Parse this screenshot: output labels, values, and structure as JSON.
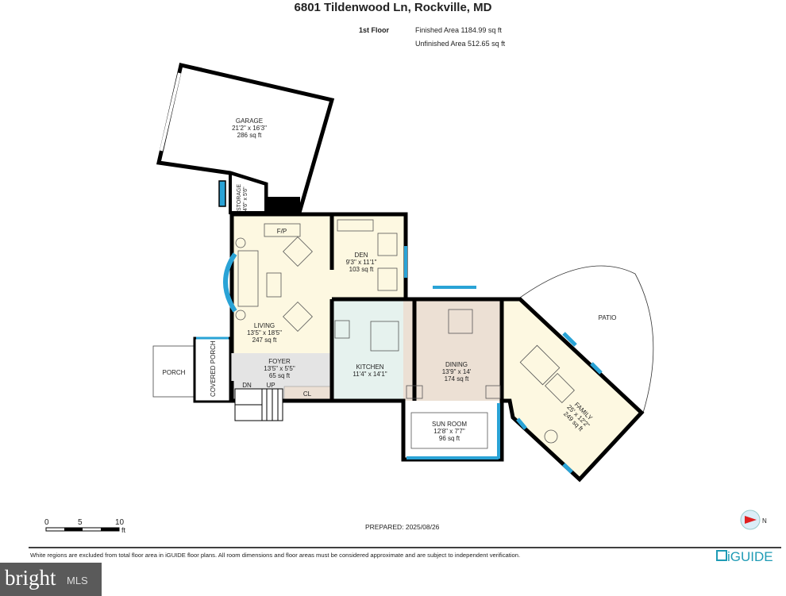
{
  "title": "6801 Tildenwood Ln, Rockville, MD",
  "floor": {
    "name": "1st Floor",
    "finished_area": "Finished Area 1184.99 sq ft",
    "unfinished_area": "Unfinished Area 512.65 sq ft"
  },
  "rooms": {
    "garage": {
      "name": "GARAGE",
      "dims": "21'2\" x 16'3\"",
      "area": "286 sq ft"
    },
    "storage": {
      "name": "STORAGE",
      "dims": "4'6\" x 5'6\""
    },
    "living": {
      "name": "LIVING",
      "dims": "13'5\" x 18'5\"",
      "area": "247 sq ft"
    },
    "fireplace": {
      "name": "F/P"
    },
    "den": {
      "name": "DEN",
      "dims": "9'3\" x 11'1\"",
      "area": "103 sq ft"
    },
    "kitchen": {
      "name": "KITCHEN",
      "dims": "11'4\" x 14'1\""
    },
    "foyer": {
      "name": "FOYER",
      "dims": "13'5\" x 5'5\"",
      "area": "65 sq ft"
    },
    "closet": {
      "name": "CL"
    },
    "dining": {
      "name": "DINING",
      "dims": "13'9\" x 14'",
      "area": "174 sq ft"
    },
    "sunroom": {
      "name": "SUN ROOM",
      "dims": "12'8\" x 7'7\"",
      "area": "96 sq ft"
    },
    "family": {
      "name": "FAMILY",
      "dims": "25' x 12'2\"",
      "area": "249 sq ft"
    },
    "patio": {
      "name": "PATIO"
    },
    "porch": {
      "name": "PORCH"
    },
    "covered_porch": {
      "name": "COVERED PORCH"
    },
    "stairs_down": "DN",
    "stairs_up": "UP"
  },
  "scale": {
    "ticks": [
      "0",
      "5",
      "10"
    ],
    "unit": "ft"
  },
  "prepared": "PREPARED: 2025/08/26",
  "compass": {
    "label": "N",
    "icon": "compass-icon"
  },
  "disclaimer": "White regions are excluded from total floor area in iGUIDE floor plans. All room dimensions and floor areas must be considered approximate and are subject to independent verification.",
  "brand": "iGUIDE",
  "watermark": {
    "main": "bright",
    "sub": "MLS"
  },
  "colors": {
    "wall": "#000000",
    "window": "#2aa3d6",
    "living": "#fdf8e1",
    "kitchen": "#e6f2ee",
    "foyer": "#e4e4e4",
    "dining": "#ece0d4",
    "brand": "#1f9bb5"
  }
}
